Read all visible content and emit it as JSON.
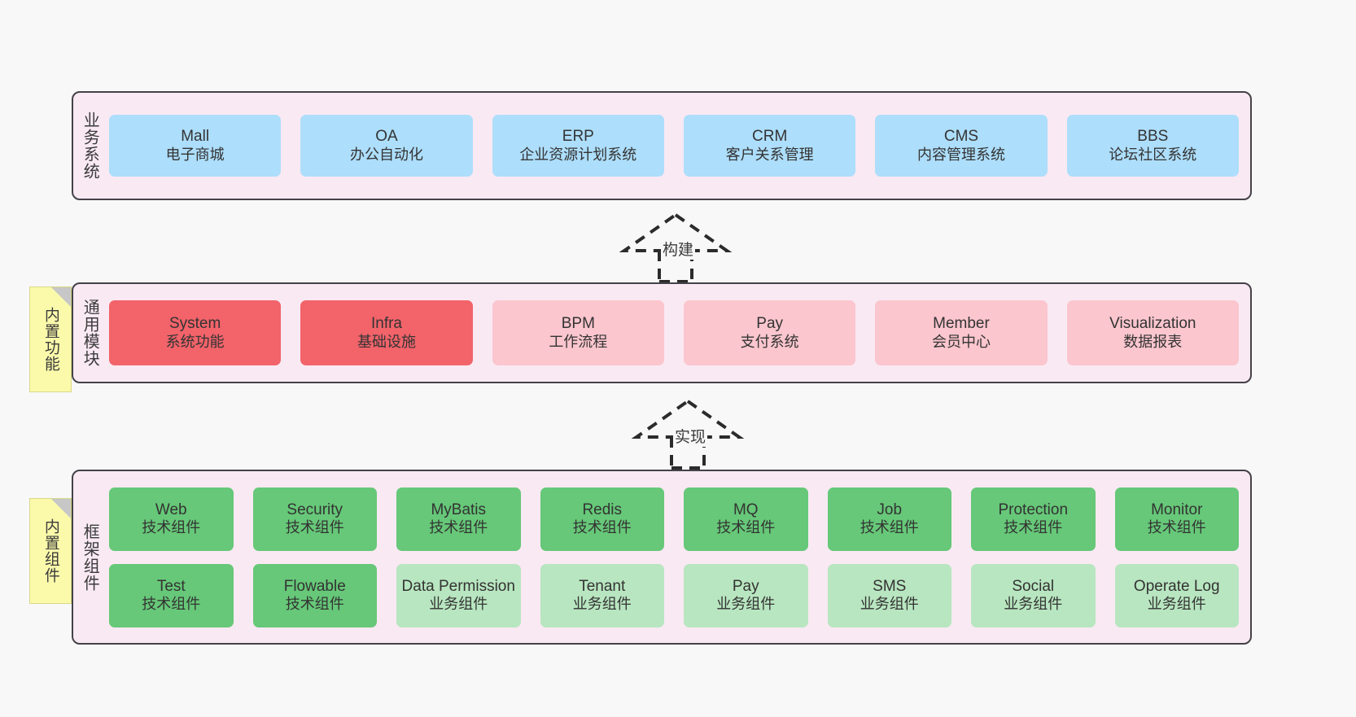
{
  "diagram": {
    "background": "#f8f8f8",
    "panel_fill": "#f9e9f3",
    "panel_border": "#444248",
    "note_fill": "#fbfaab",
    "colors": {
      "business_card": "#addefb",
      "module_active": "#f2636a",
      "module_plain": "#fbc6ce",
      "tech_component": "#66c878",
      "biz_component": "#b8e6c0"
    }
  },
  "layers": {
    "business": {
      "title": "业务系统",
      "cards": [
        {
          "title": "Mall",
          "sub": "电子商城"
        },
        {
          "title": "OA",
          "sub": "办公自动化"
        },
        {
          "title": "ERP",
          "sub": "企业资源计划系统"
        },
        {
          "title": "CRM",
          "sub": "客户关系管理"
        },
        {
          "title": "CMS",
          "sub": "内容管理系统"
        },
        {
          "title": "BBS",
          "sub": "论坛社区系统"
        }
      ]
    },
    "common": {
      "title": "通用模块",
      "note": "内置功能",
      "cards": [
        {
          "title": "System",
          "sub": "系统功能",
          "variant": "c-red"
        },
        {
          "title": "Infra",
          "sub": "基础设施",
          "variant": "c-red"
        },
        {
          "title": "BPM",
          "sub": "工作流程",
          "variant": "c-pink"
        },
        {
          "title": "Pay",
          "sub": "支付系统",
          "variant": "c-pink"
        },
        {
          "title": "Member",
          "sub": "会员中心",
          "variant": "c-pink"
        },
        {
          "title": "Visualization",
          "sub": "数据报表",
          "variant": "c-pink"
        }
      ]
    },
    "framework": {
      "title": "框架组件",
      "note": "内置组件",
      "row1": [
        {
          "title": "Web",
          "sub": "技术组件"
        },
        {
          "title": "Security",
          "sub": "技术组件"
        },
        {
          "title": "MyBatis",
          "sub": "技术组件"
        },
        {
          "title": "Redis",
          "sub": "技术组件"
        },
        {
          "title": "MQ",
          "sub": "技术组件"
        },
        {
          "title": "Job",
          "sub": "技术组件"
        },
        {
          "title": "Protection",
          "sub": "技术组件"
        },
        {
          "title": "Monitor",
          "sub": "技术组件"
        }
      ],
      "row2": [
        {
          "title": "Test",
          "sub": "技术组件",
          "variant": "c-green"
        },
        {
          "title": "Flowable",
          "sub": "技术组件",
          "variant": "c-green"
        },
        {
          "title": "Data Permission",
          "sub": "业务组件",
          "variant": "c-lightgreen"
        },
        {
          "title": "Tenant",
          "sub": "业务组件",
          "variant": "c-lightgreen"
        },
        {
          "title": "Pay",
          "sub": "业务组件",
          "variant": "c-lightgreen"
        },
        {
          "title": "SMS",
          "sub": "业务组件",
          "variant": "c-lightgreen"
        },
        {
          "title": "Social",
          "sub": "业务组件",
          "variant": "c-lightgreen"
        },
        {
          "title": "Operate Log",
          "sub": "业务组件",
          "variant": "c-lightgreen"
        }
      ]
    }
  },
  "connectors": [
    {
      "label": "构建"
    },
    {
      "label": "实现"
    }
  ]
}
